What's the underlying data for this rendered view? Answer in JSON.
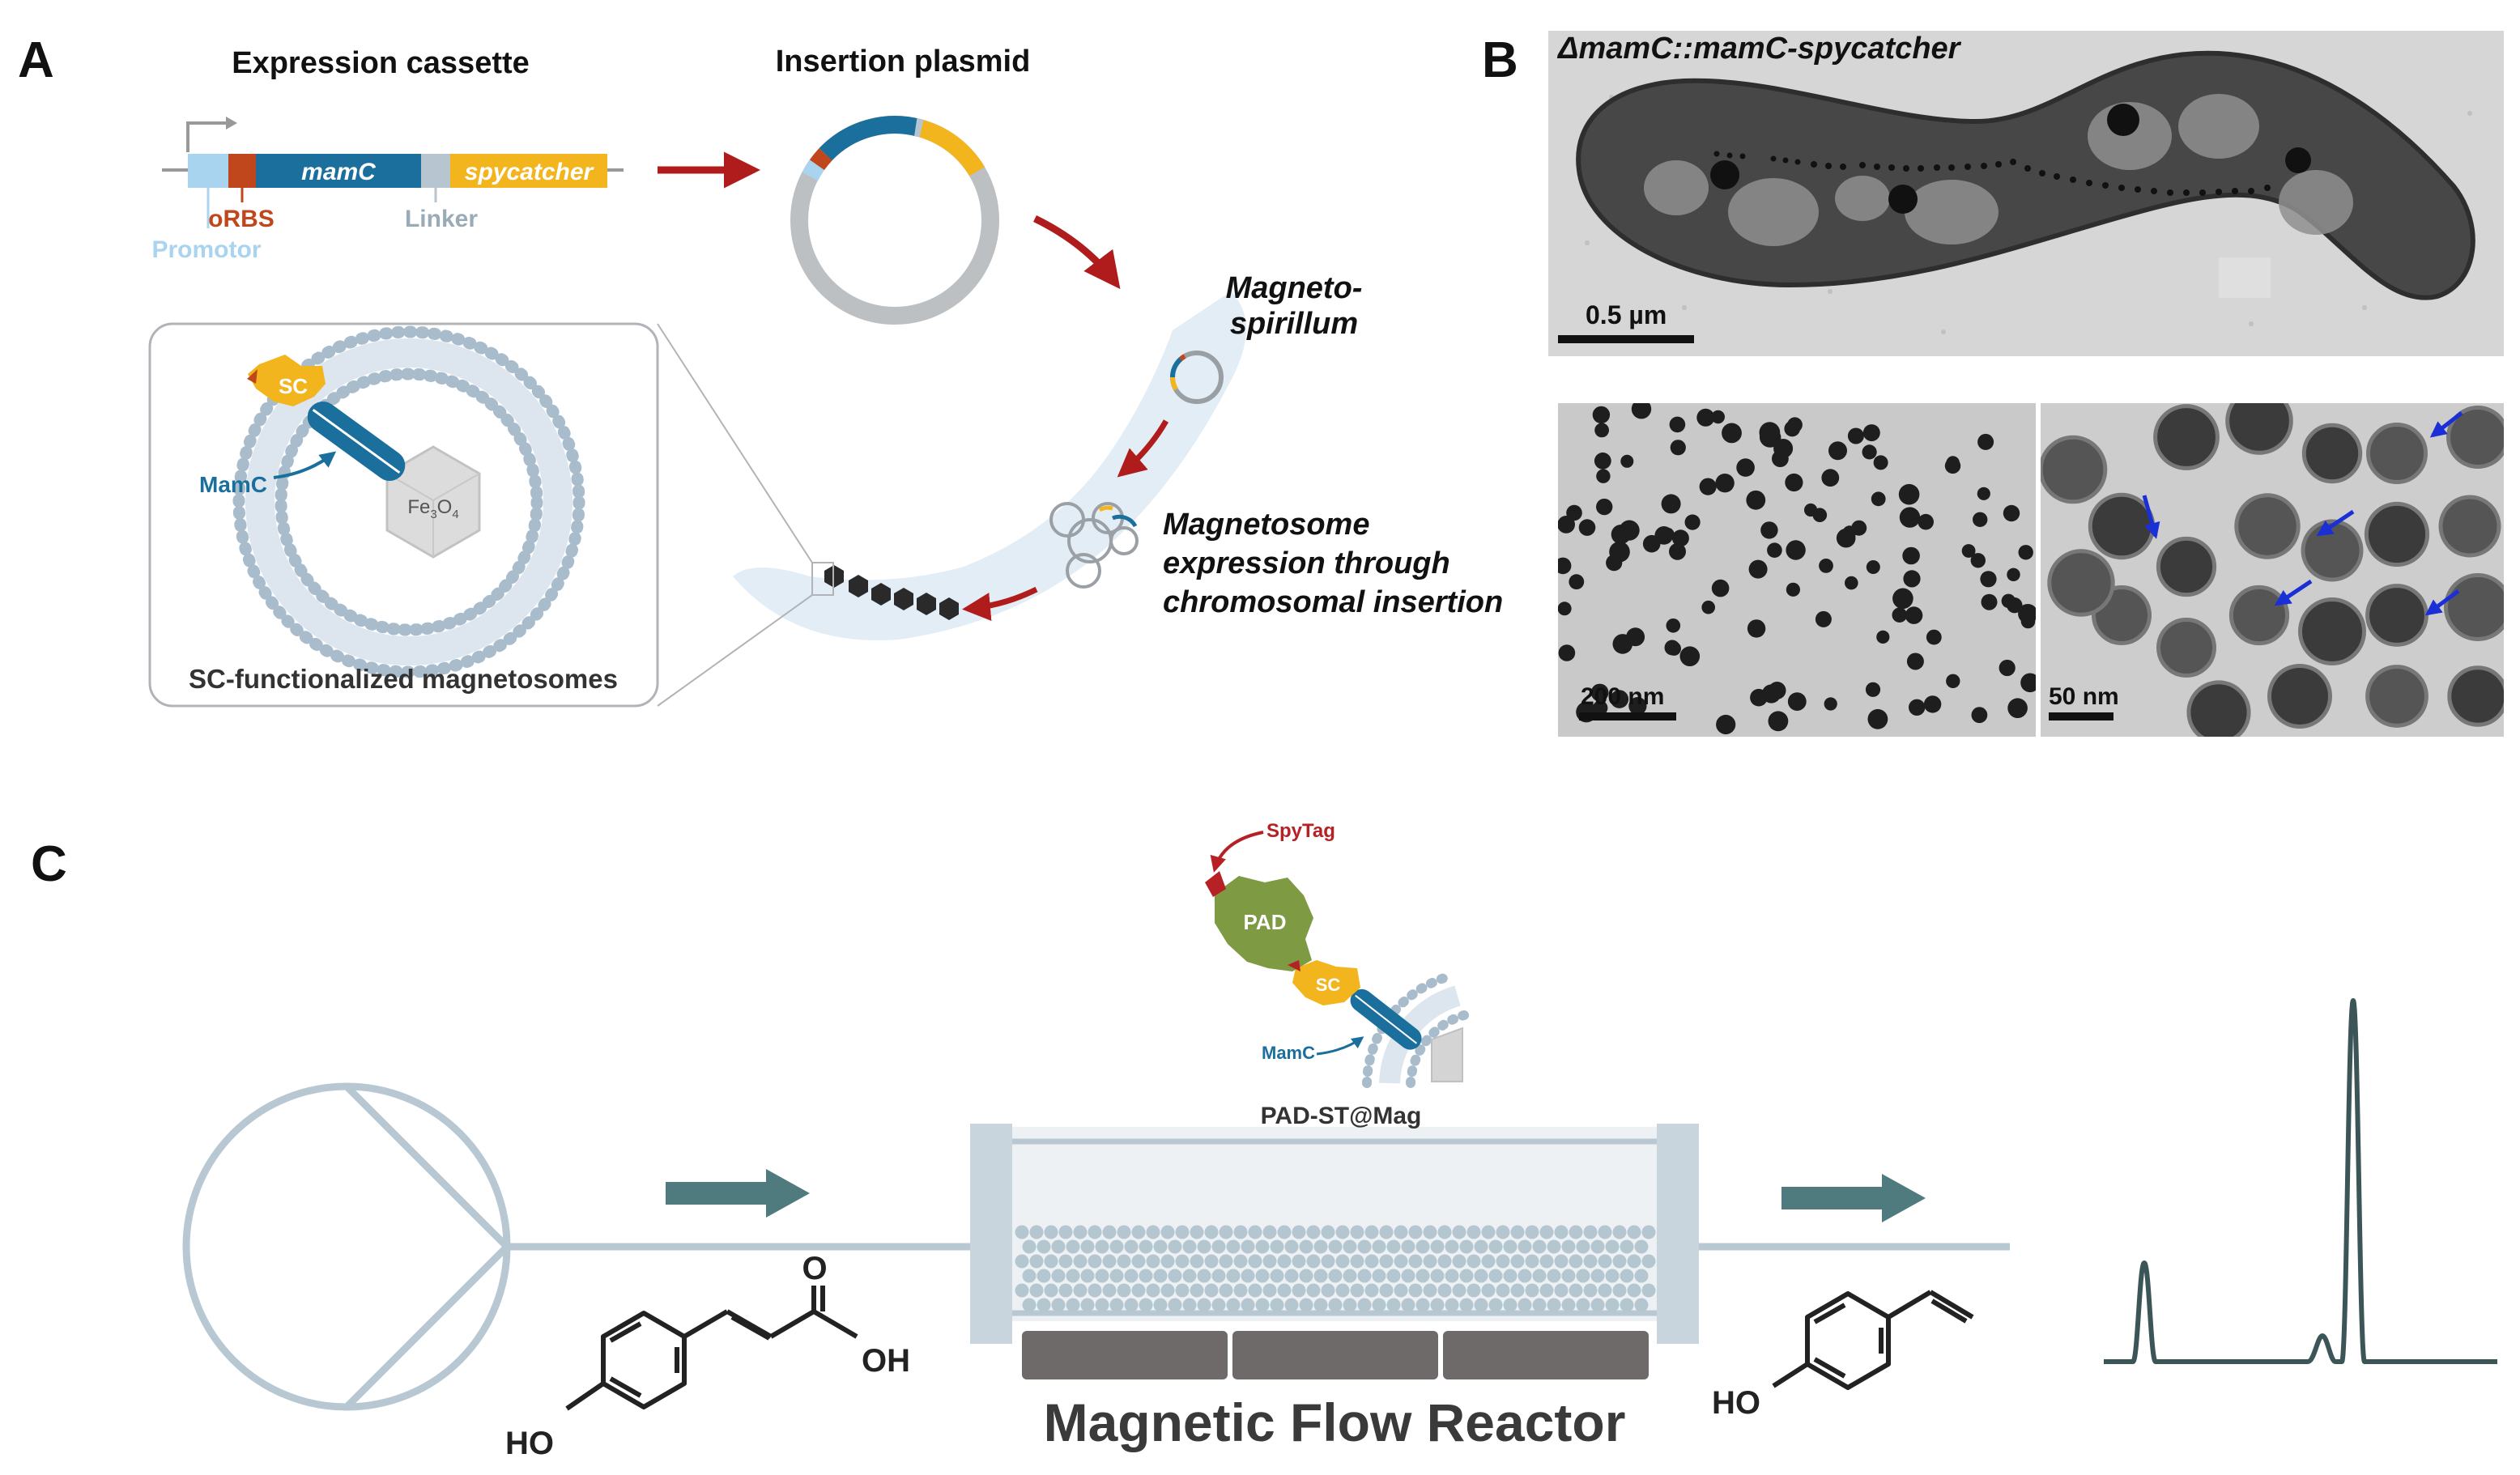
{
  "panels": {
    "a": "A",
    "b": "B",
    "c": "C"
  },
  "panel_a": {
    "cassette_title": "Expression cassette",
    "plasmid_title": "Insertion plasmid",
    "gene_mamc": "mamC",
    "gene_spycatcher": "spycatcher",
    "label_orbs": "oRBS",
    "label_promotor": "Promotor",
    "label_linker": "Linker",
    "organism_line1": "Magneto-",
    "organism_line2": "spirillum",
    "expr_line1": "Magnetosome",
    "expr_line2": "expression through",
    "expr_line3": "chromosomal insertion",
    "inset_sc": "SC",
    "inset_mamc": "MamC",
    "inset_fe": "Fe",
    "inset_fe_sub1": "3",
    "inset_o": "O",
    "inset_fe_sub2": "4",
    "inset_caption": "SC-functionalized magnetosomes"
  },
  "panel_b": {
    "strain_label": "ΔmamC::mamC-spycatcher",
    "scale_cell": "0.5 µm",
    "scale_low": "200 nm",
    "scale_high": "50 nm"
  },
  "panel_c": {
    "spytag": "SpyTag",
    "pad": "PAD",
    "sc": "SC",
    "mamc": "MamC",
    "catalyst": "PAD-ST@Mag",
    "reactor_label": "Magnetic Flow Reactor",
    "substrate_o": "O",
    "substrate_oh": "OH",
    "substrate_ho": "HO",
    "product_ho": "HO"
  },
  "colors": {
    "promoter": "#a9d4ef",
    "orbs": "#c0471b",
    "mamc": "#1a6f9c",
    "linker": "#b7c5d1",
    "spycatcher": "#f2b51e",
    "red_arrow": "#b01c1c",
    "flow_arrow": "#4f7b7f",
    "pad": "#7e9a42",
    "spytag": "#b52124",
    "plot": "#3c5658"
  }
}
